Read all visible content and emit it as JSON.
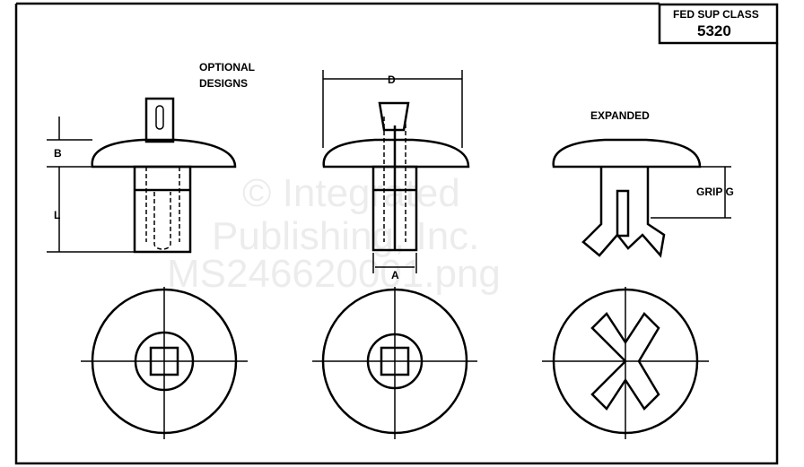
{
  "title_block": {
    "line1": "FED SUP CLASS",
    "line2": "5320"
  },
  "labels": {
    "optional_1": "OPTIONAL",
    "optional_2": "DESIGNS",
    "dim_d": "D",
    "dim_b": "B",
    "dim_l": "L",
    "dim_a": "A",
    "expanded": "EXPANDED",
    "grip": "GRIP G"
  },
  "watermark": {
    "line1": "© Integrated",
    "line2": "Publishing, Inc.",
    "line3": "MS246620001.png"
  }
}
